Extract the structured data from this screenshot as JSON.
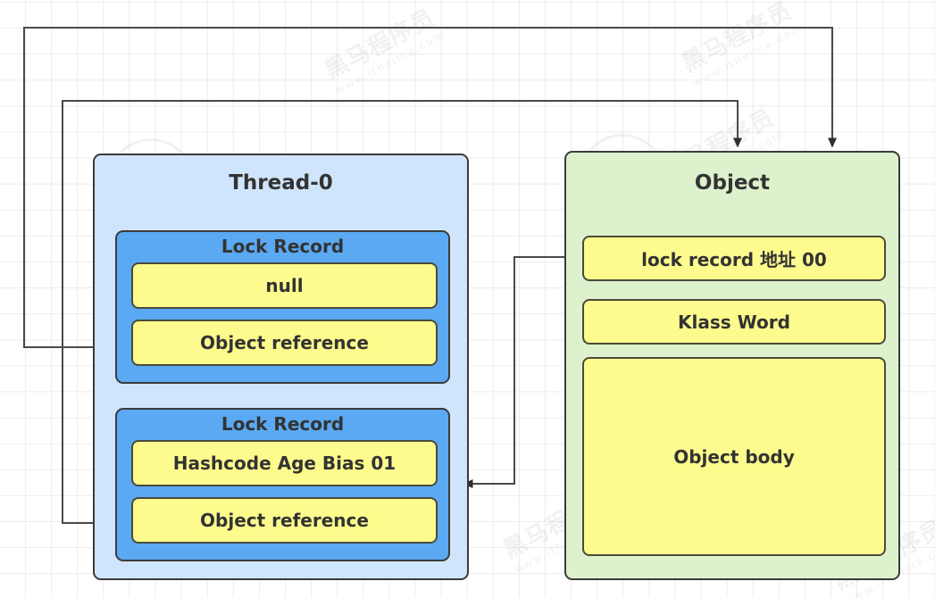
{
  "diagram": {
    "title": "Java biased lock / lock record object header diagram",
    "background": {
      "grid": true,
      "grid_color": "#ececec",
      "page_color": "#ffffff"
    },
    "watermark_text": "黑马程序员",
    "watermark_sub": "www.itheima.com",
    "colors": {
      "thread_panel": "#cfe5fb",
      "lock_record": "#5aa9f2",
      "object_panel": "#ddf2cc",
      "field_box": "#fdfb8d",
      "stroke": "#3b3b3b"
    }
  },
  "thread": {
    "title": "Thread-0",
    "lock_records": [
      {
        "title": "Lock Record",
        "fields": [
          {
            "label": "null"
          },
          {
            "label": "Object reference"
          }
        ]
      },
      {
        "title": "Lock Record",
        "fields": [
          {
            "label": "Hashcode Age Bias 01"
          },
          {
            "label": "Object reference"
          }
        ]
      }
    ]
  },
  "object": {
    "title": "Object",
    "fields": [
      {
        "label": "lock record 地址 00"
      },
      {
        "label": "Klass Word"
      },
      {
        "label": "Object body"
      }
    ]
  },
  "connectors": [
    {
      "name": "objref-1-to-object",
      "from": "thread.lock_records.0.fields.1",
      "to": "object.title",
      "arrow": "end"
    },
    {
      "name": "objref-2-to-object",
      "from": "thread.lock_records.1.fields.1",
      "to": "object.title",
      "arrow": "end"
    },
    {
      "name": "lock-record-address-to-lock-record-2",
      "from": "object.fields.0",
      "to": "thread.lock_records.1",
      "arrow": "end"
    }
  ]
}
